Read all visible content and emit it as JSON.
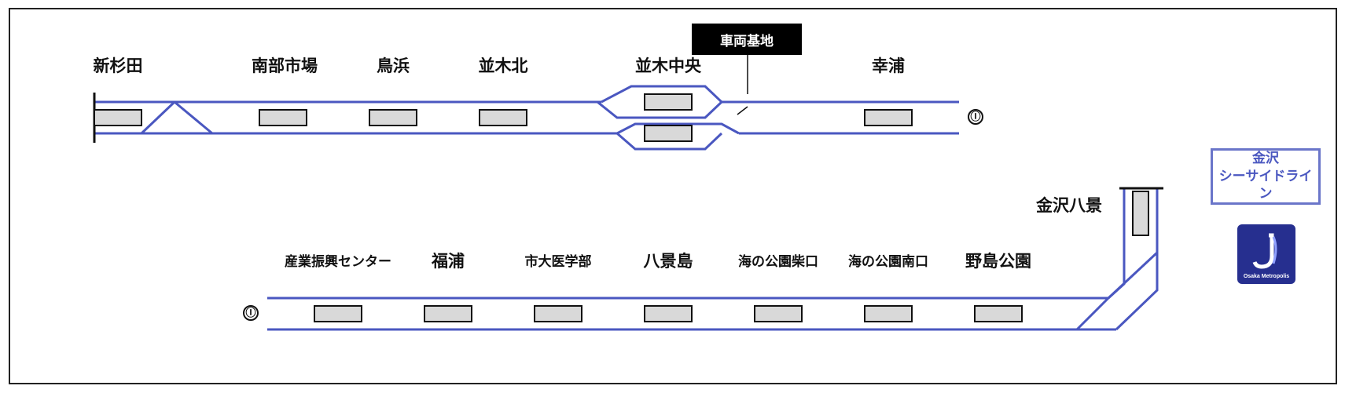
{
  "colors": {
    "track": "#4a57c0",
    "platform": "#d9d9d9",
    "depot_bg": "#000000",
    "logo_bg": "#262f8f"
  },
  "upper_stations": [
    "新杉田",
    "南部市場",
    "鳥浜",
    "並木北",
    "並木中央",
    "幸浦"
  ],
  "lower_stations": [
    "産業振興センター",
    "福浦",
    "市大医学部",
    "八景島",
    "海の公園柴口",
    "海の公園南口",
    "野島公園"
  ],
  "terminal_station": "金沢八景",
  "depot_label": "車両基地",
  "line_name": [
    "金沢",
    "シーサイドライン"
  ],
  "logo_text": "Osaka Metropolis",
  "end_symbol": "Ⓘ"
}
